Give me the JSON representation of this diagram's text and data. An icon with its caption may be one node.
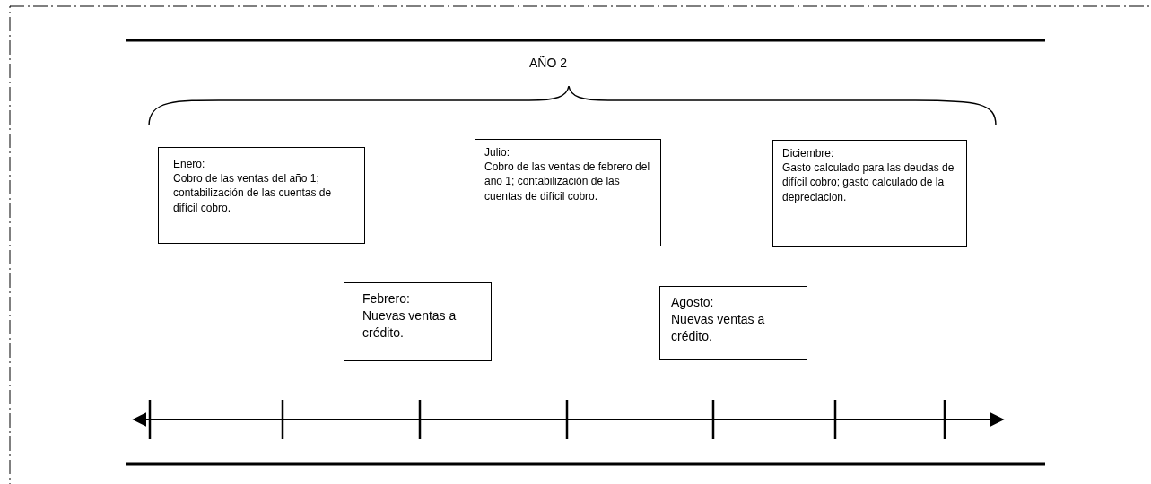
{
  "diagram": {
    "nodes": [
      {
        "text": [
          "Enero:",
          "Cobro de las ventas del año 1; contabilización de las cuentas de difícil cobro."
        ]
      },
      {
        "text": [
          "Febrero:",
          "Nuevas ventas a crédito."
        ]
      },
      {
        "text": [
          "Julio:",
          "Cobro de las ventas de febrero del año 1; contabilización de las cuentas de difícil cobro."
        ]
      },
      {
        "text": [
          "Agosto:",
          "Nuevas ventas a crédito."
        ]
      },
      {
        "text": [
          "Diciembre:",
          "Gasto calculado para las deudas de difícil cobro; gasto calculado de la depreciacion."
        ]
      }
    ],
    "edges": [],
    "labels": [
      "AÑO 2"
    ]
  }
}
